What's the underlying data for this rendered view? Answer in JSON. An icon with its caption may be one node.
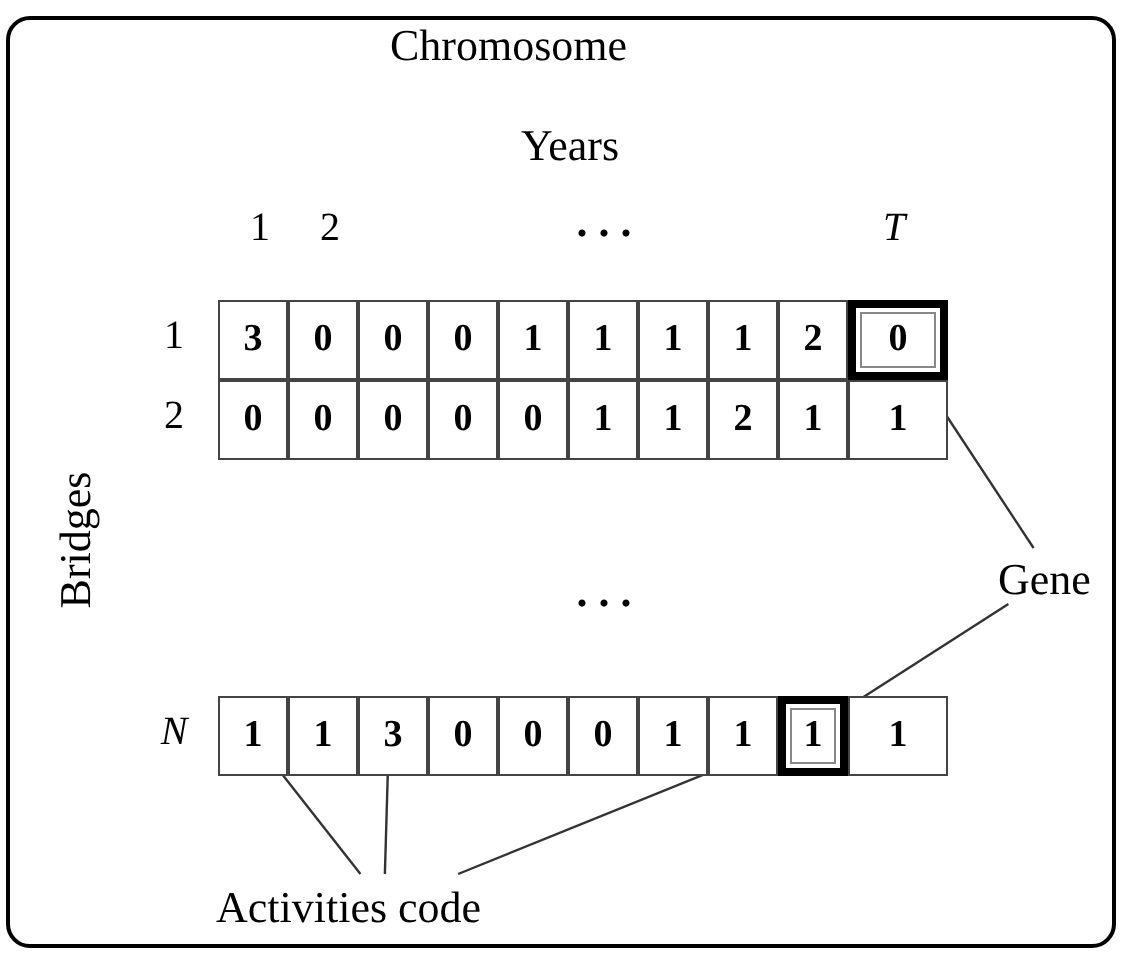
{
  "diagram": {
    "nodes": [
      {
        "text": [
          "Chromosome"
        ]
      },
      {
        "text": [
          "3"
        ],
        "in": 0
      },
      {
        "text": [
          "0"
        ],
        "in": 0
      },
      {
        "text": [
          "0"
        ],
        "in": 0
      },
      {
        "text": [
          "0"
        ],
        "in": 0
      },
      {
        "text": [
          "1"
        ],
        "in": 0
      },
      {
        "text": [
          "1"
        ],
        "in": 0
      },
      {
        "text": [
          "1"
        ],
        "in": 0
      },
      {
        "text": [
          "1"
        ],
        "in": 0
      },
      {
        "text": [
          "2"
        ],
        "in": 0
      },
      {
        "text": [
          "0"
        ],
        "in": 0
      },
      {
        "text": [
          "0"
        ],
        "in": 0
      },
      {
        "text": [
          "0"
        ],
        "in": 0
      },
      {
        "text": [
          "0"
        ],
        "in": 0
      },
      {
        "text": [
          "0"
        ],
        "in": 0
      },
      {
        "text": [
          "0"
        ],
        "in": 0
      },
      {
        "text": [
          "1"
        ],
        "in": 0
      },
      {
        "text": [
          "1"
        ],
        "in": 0
      },
      {
        "text": [
          "2"
        ],
        "in": 0
      },
      {
        "text": [
          "1"
        ],
        "in": 0
      },
      {
        "text": [
          "1"
        ],
        "in": 0
      },
      {
        "text": [
          "1"
        ],
        "in": 0
      },
      {
        "text": [
          "1"
        ],
        "in": 0
      },
      {
        "text": [
          "3"
        ],
        "in": 0
      },
      {
        "text": [
          "0"
        ],
        "in": 0
      },
      {
        "text": [
          "0"
        ],
        "in": 0
      },
      {
        "text": [
          "0"
        ],
        "in": 0
      },
      {
        "text": [
          "1"
        ],
        "in": 0
      },
      {
        "text": [
          "1"
        ],
        "in": 0
      },
      {
        "text": [
          "1"
        ],
        "in": 0
      },
      {
        "text": [
          "1"
        ],
        "in": 0
      },
      {
        "text": [
          "Gene"
        ],
        "in": 0
      },
      {
        "text": [
          "Activities code"
        ],
        "in": 0
      }
    ],
    "edges": [
      {
        "from": 31,
        "to": 10,
        "arrow": "none"
      },
      {
        "from": 31,
        "to": 29,
        "arrow": "none"
      },
      {
        "from": 32,
        "to": 21,
        "arrow": "none"
      },
      {
        "from": 32,
        "to": 23,
        "arrow": "none"
      },
      {
        "from": 32,
        "to": 29,
        "arrow": "none"
      }
    ],
    "labels": [
      "Years",
      "1",
      "2",
      ". . .",
      "T",
      "1",
      "2",
      ". . .",
      "N",
      "Bridges"
    ]
  }
}
